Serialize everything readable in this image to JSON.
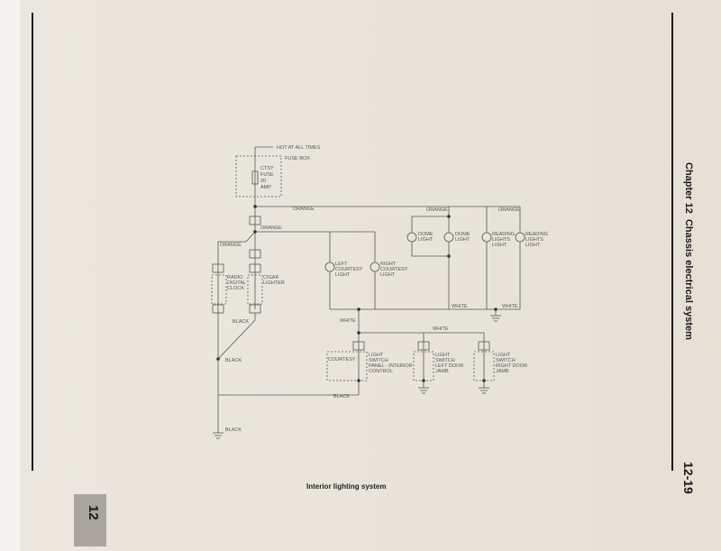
{
  "header": {
    "chapter": "Chapter 12",
    "chapter_title": "Chassis electrical system",
    "page_number": "12-19",
    "tab_number": "12"
  },
  "caption": "Interior lighting system",
  "diagram": {
    "hot_label": "HOT AT ALL TIMES",
    "fuse_box": "FUSE BOX",
    "fuse": [
      "CTSY",
      "FUSE",
      "20",
      "AMP"
    ],
    "wires": {
      "orange": "ORANGE",
      "white": "WHITE",
      "black": "BLACK"
    },
    "components": {
      "radio": [
        "RADIO",
        "DIGITAL",
        "CLOCK"
      ],
      "cigar": [
        "CIGAR",
        "LIGHTER"
      ],
      "left_courtesy": [
        "LEFT",
        "COURTESY",
        "LIGHT"
      ],
      "right_courtesy": [
        "RIGHT",
        "COURTESY",
        "LIGHT"
      ],
      "dome1": [
        "DOME",
        "LIGHT"
      ],
      "dome2": [
        "DOME",
        "LIGHT"
      ],
      "reading1": [
        "READING",
        "LIGHTS",
        "LIGHT"
      ],
      "reading2": [
        "READING",
        "LIGHTS",
        "LIGHT"
      ],
      "courtesy_box": "COURTESY",
      "switch_panel": [
        "LIGHT",
        "SWITCH",
        "PANEL - INTERIOR",
        "CONTROL"
      ],
      "switch_left": [
        "LIGHT",
        "SWITCH",
        "LEFT DOOR",
        "JAMB"
      ],
      "switch_right": [
        "LIGHT",
        "SWITCH",
        "RIGHT DOOR",
        "JAMB"
      ]
    }
  }
}
